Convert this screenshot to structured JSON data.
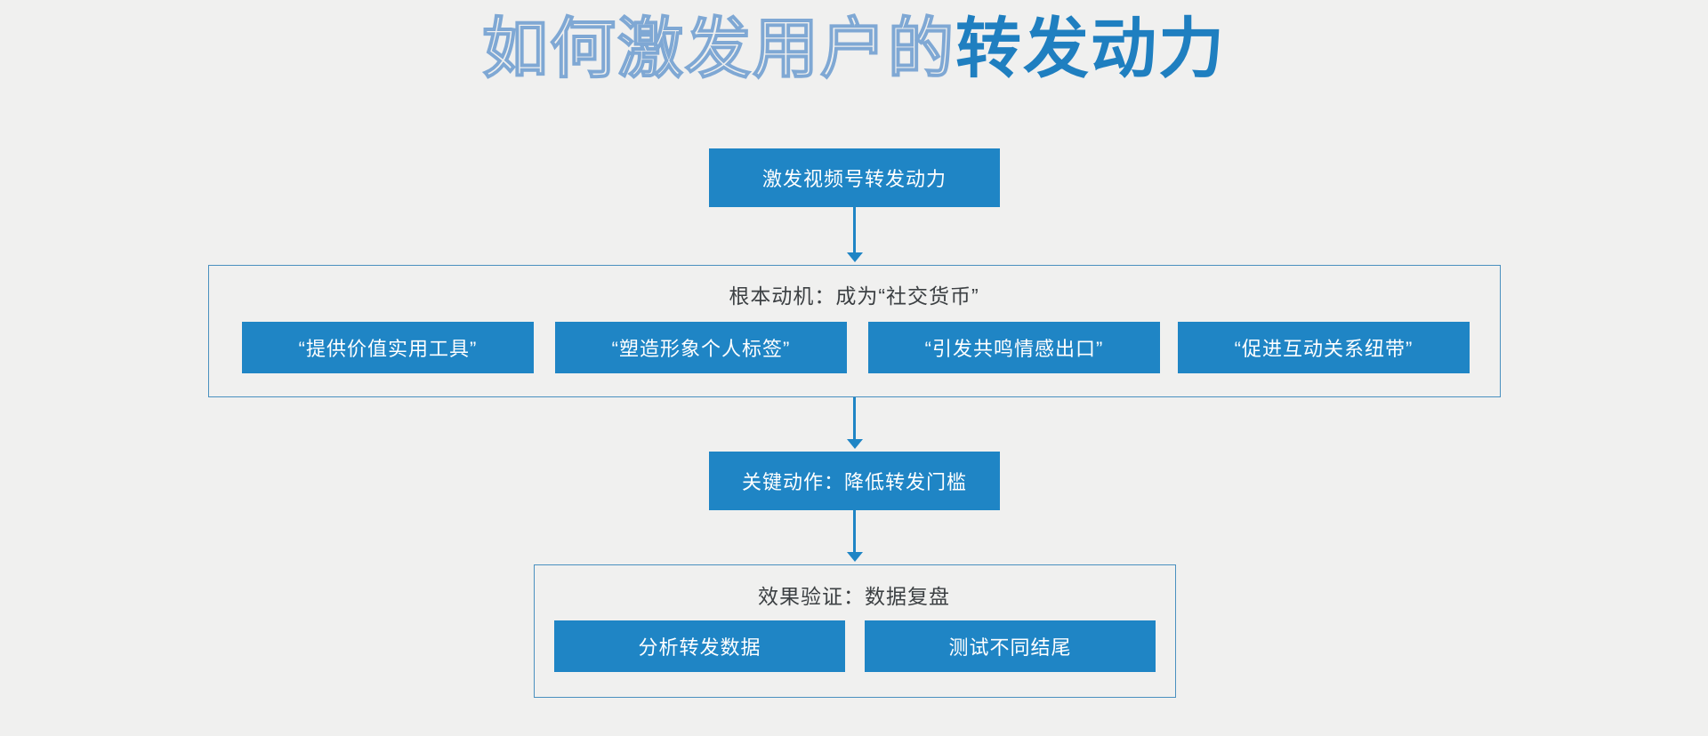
{
  "page": {
    "background_color": "#f0f0ef",
    "accent_color": "#1f85c5",
    "outline_color": "#7fa8d4",
    "border_color": "#4a90bf"
  },
  "title": {
    "full": "如何激发用户的转发动力",
    "outlined_part": "如何激发用户的",
    "solid_part": "转发动力"
  },
  "flow": {
    "top_node": {
      "label": "激发视频号转发动力"
    },
    "motive_group": {
      "title": "根本动机：成为“社交货币”",
      "items": [
        {
          "label": "“提供价值实用工具”"
        },
        {
          "label": "“塑造形象个人标签”"
        },
        {
          "label": "“引发共鸣情感出口”"
        },
        {
          "label": "“促进互动关系纽带”"
        }
      ]
    },
    "key_action_node": {
      "label": "关键动作：降低转发门槛"
    },
    "validation_group": {
      "title": "效果验证：数据复盘",
      "items": [
        {
          "label": "分析转发数据"
        },
        {
          "label": "测试不同结尾"
        }
      ]
    }
  },
  "connectors": [
    {
      "name": "top-to-motive"
    },
    {
      "name": "motive-to-key-action"
    },
    {
      "name": "key-action-to-validation"
    }
  ]
}
